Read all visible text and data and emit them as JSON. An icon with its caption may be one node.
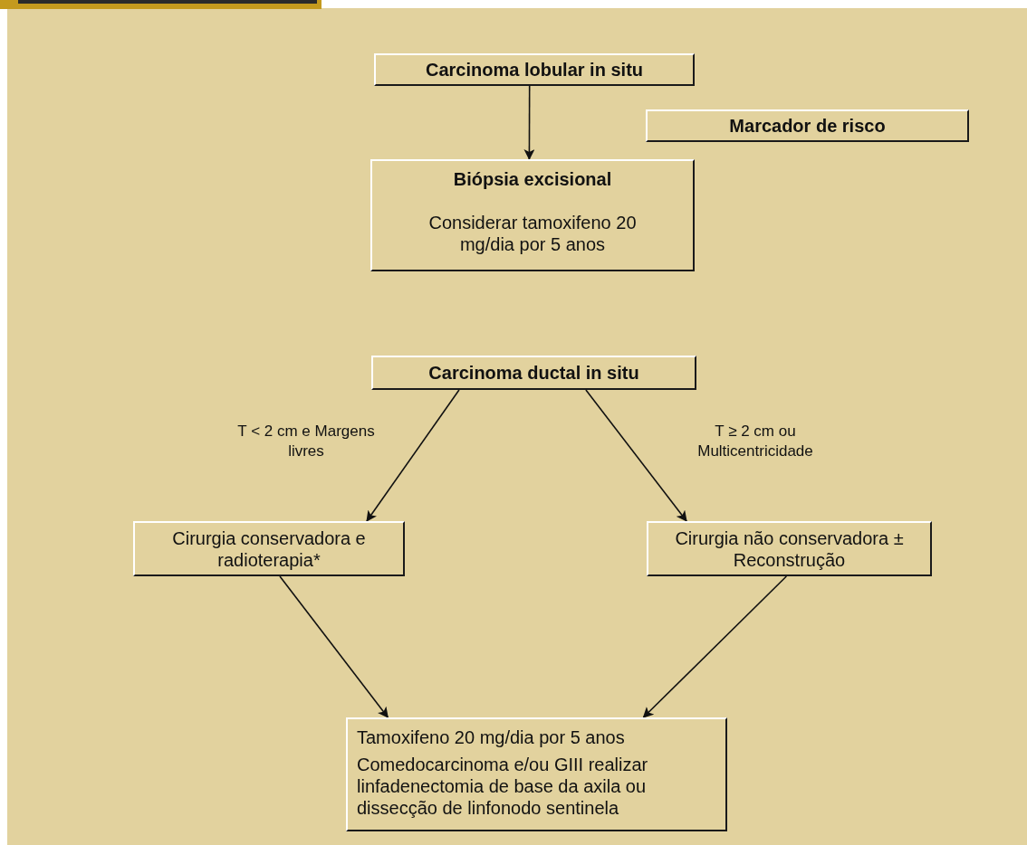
{
  "diagram": {
    "nodes": [
      {
        "text": [
          "Carcinoma lobular in situ"
        ]
      },
      {
        "text": [
          "Marcador de risco"
        ]
      },
      {
        "text": [
          "Biópsia excisional",
          "Considerar tamoxifeno 20 mg/dia por 5 anos"
        ]
      },
      {
        "text": [
          "Carcinoma ductal in situ"
        ]
      },
      {
        "text": [
          "Cirurgia conservadora e radioterapia*"
        ]
      },
      {
        "text": [
          "Cirurgia não conservadora ± Reconstrução"
        ]
      },
      {
        "text": [
          "Tamoxifeno 20 mg/dia por 5 anos",
          "Comedocarcinoma e/ou GIII realizar linfadenectomia de base da axila ou dissecção de linfonodo sentinela"
        ]
      }
    ],
    "edges": [
      {
        "from": 0,
        "to": 2,
        "arrow": "to"
      },
      {
        "from": 3,
        "to": 4,
        "arrow": "to",
        "label": "T < 2 cm e Margens livres"
      },
      {
        "from": 3,
        "to": 5,
        "arrow": "to",
        "label": "T ≥ 2 cm ou Multicentricidade"
      },
      {
        "from": 4,
        "to": 6,
        "arrow": "to"
      },
      {
        "from": 5,
        "to": 6,
        "arrow": "to"
      }
    ]
  }
}
